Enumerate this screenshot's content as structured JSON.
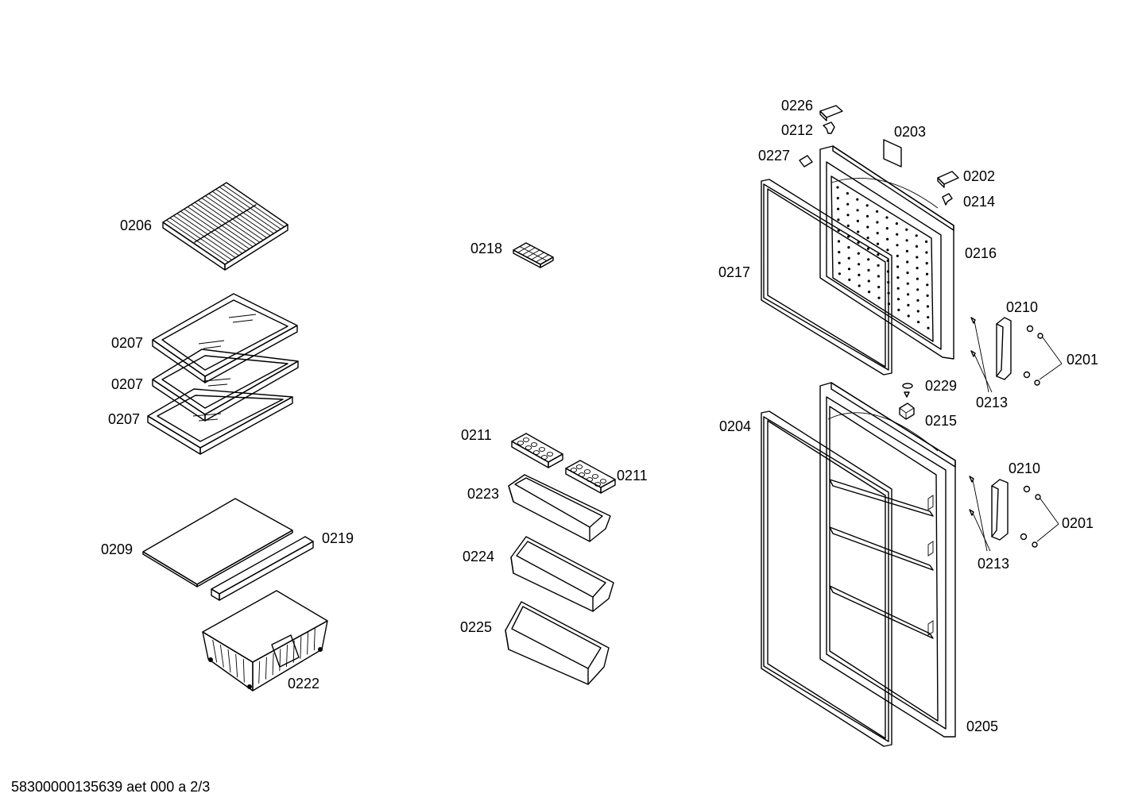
{
  "labels": {
    "p0206": "0206",
    "p0207a": "0207",
    "p0207b": "0207",
    "p0207c": "0207",
    "p0209": "0209",
    "p0219": "0219",
    "p0222": "0222",
    "p0218": "0218",
    "p0211a": "0211",
    "p0211b": "0211",
    "p0223": "0223",
    "p0224": "0224",
    "p0225": "0225",
    "p0226": "0226",
    "p0212": "0212",
    "p0203": "0203",
    "p0227": "0227",
    "p0202": "0202",
    "p0214": "0214",
    "p0216": "0216",
    "p0217": "0217",
    "p0210a": "0210",
    "p0201a": "0201",
    "p0213a": "0213",
    "p0229": "0229",
    "p0215": "0215",
    "p0204": "0204",
    "p0210b": "0210",
    "p0201b": "0201",
    "p0213b": "0213",
    "p0205": "0205"
  },
  "footer": "58300000135639 aet 000 a 2/3"
}
